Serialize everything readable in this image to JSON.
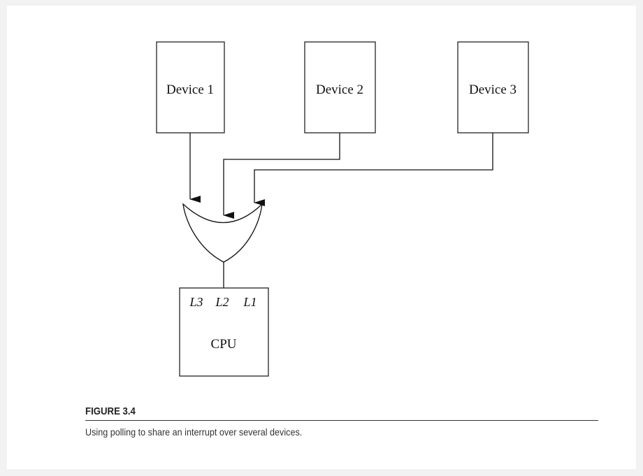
{
  "devices": [
    {
      "label": "Device 1"
    },
    {
      "label": "Device 2"
    },
    {
      "label": "Device 3"
    }
  ],
  "cpu": {
    "label": "CPU",
    "lines": [
      "L3",
      "L2",
      "L1"
    ]
  },
  "figure": {
    "label": "FIGURE 3.4",
    "caption": "Using polling to share an interrupt over several devices."
  }
}
